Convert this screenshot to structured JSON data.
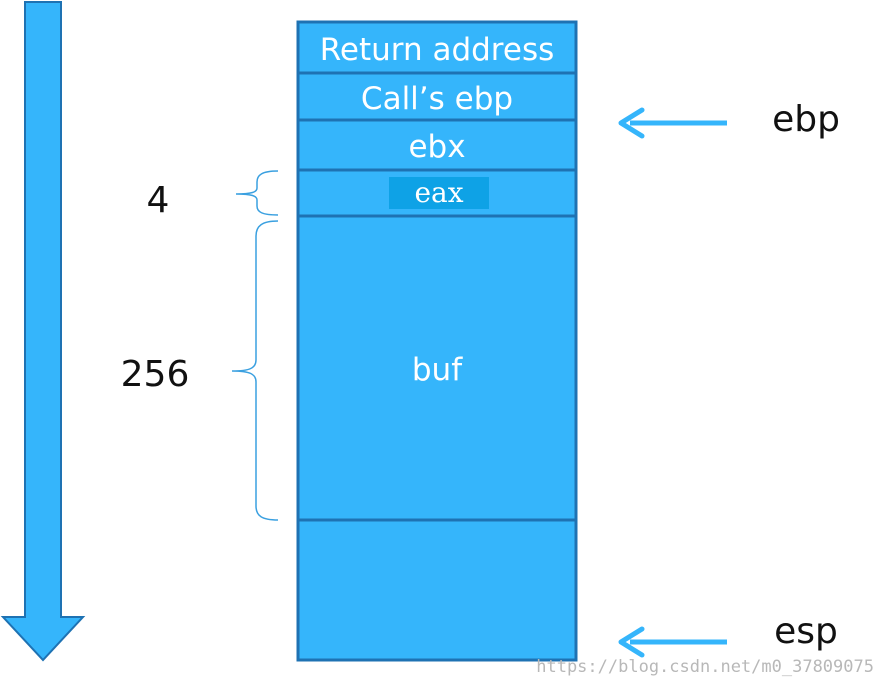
{
  "colors": {
    "block_fill": "#35b5fb",
    "block_stroke": "#1e72b3",
    "arrow_fill": "#35b5fb",
    "pointer_arrow": "#35b5fb",
    "brace": "#3aa0e0",
    "eax_highlight": "#0ea2e6"
  },
  "icons": {
    "growth_arrow": "down-arrow-icon",
    "pointer_arrow": "left-arrow-icon"
  },
  "stack": {
    "return_address": "Return address",
    "calls_ebp": "Call’s  ebp",
    "ebx": "ebx",
    "eax": "eax",
    "buf": "buf",
    "bottom": ""
  },
  "sizes": {
    "eax_size": "4",
    "buf_size": "256"
  },
  "pointers": {
    "ebp": "ebp",
    "esp": "esp"
  },
  "watermark": "https://blog.csdn.net/m0_37809075"
}
